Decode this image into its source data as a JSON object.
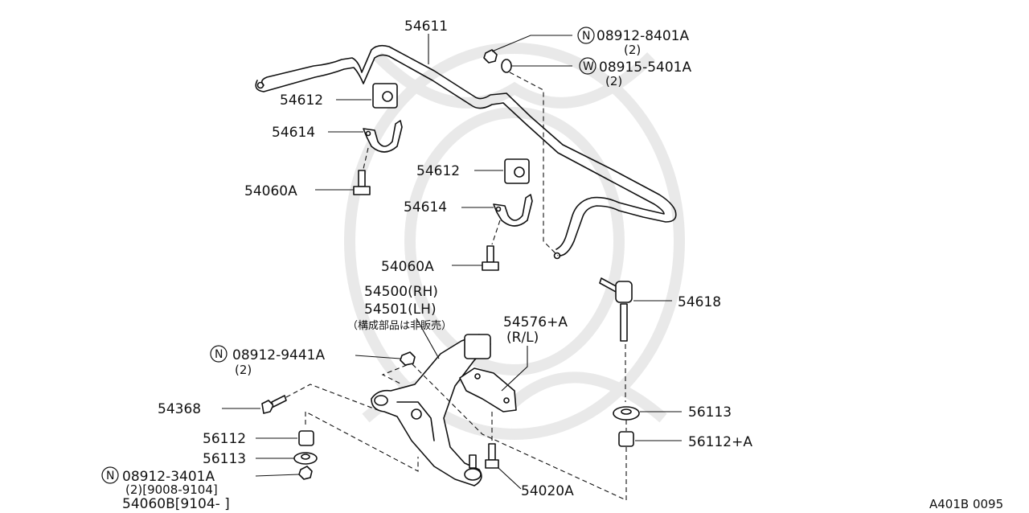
{
  "diagram": {
    "code": "A401B 0095",
    "japanese_note": "（構成部品は非販売）",
    "labels": {
      "p54611": "54611",
      "p54612_a": "54612",
      "p54614_a": "54614",
      "p54060A_a": "54060A",
      "p54612_b": "54612",
      "p54614_b": "54614",
      "p54060A_b": "54060A",
      "nut_top_no": "08912-8401A",
      "nut_top_qty": "(2)",
      "washer_top_no": "08915-5401A",
      "washer_top_qty": "(2)",
      "p54618": "54618",
      "p54500": "54500(RH)",
      "p54501": "54501(LH)",
      "p54576": "54576+A",
      "p54576_side": "(R/L)",
      "nut_mid_no": "08912-9441A",
      "nut_mid_qty": "(2)",
      "p54368": "54368",
      "p56112": "56112",
      "p56113": "56113",
      "nut_bot_no": "08912-3401A",
      "nut_bot_qty_dates": "(2)[9008-9104]",
      "p54060B_dates": "54060B[9104-   ]",
      "p56113_r": "56113",
      "p56112A_r": "56112+A",
      "p54020A": "54020A"
    },
    "circle_letters": {
      "nut_top": "N",
      "washer_top": "W",
      "nut_mid": "N",
      "nut_bot": "N"
    }
  }
}
